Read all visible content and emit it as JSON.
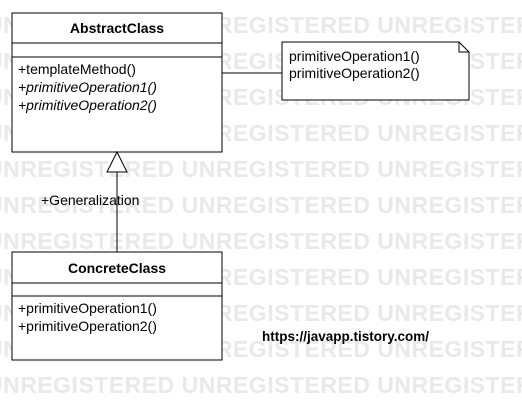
{
  "watermark": {
    "text": "UNREGISTERED",
    "color": "#e9e9e9"
  },
  "abstract_class": {
    "name": "AbstractClass",
    "operations": [
      {
        "text": "+templateMethod()",
        "italic": false
      },
      {
        "text": "+primitiveOperation1()",
        "italic": true
      },
      {
        "text": "+primitiveOperation2()",
        "italic": true
      }
    ]
  },
  "note": {
    "lines": [
      "primitiveOperation1()",
      "primitiveOperation2()"
    ]
  },
  "generalization": {
    "label": "+Generalization"
  },
  "concrete_class": {
    "name": "ConcreteClass",
    "operations": [
      {
        "text": "+primitiveOperation1()",
        "italic": false
      },
      {
        "text": "+primitiveOperation2()",
        "italic": false
      }
    ]
  },
  "url": {
    "text": "https://javapp.tistory.com/"
  }
}
